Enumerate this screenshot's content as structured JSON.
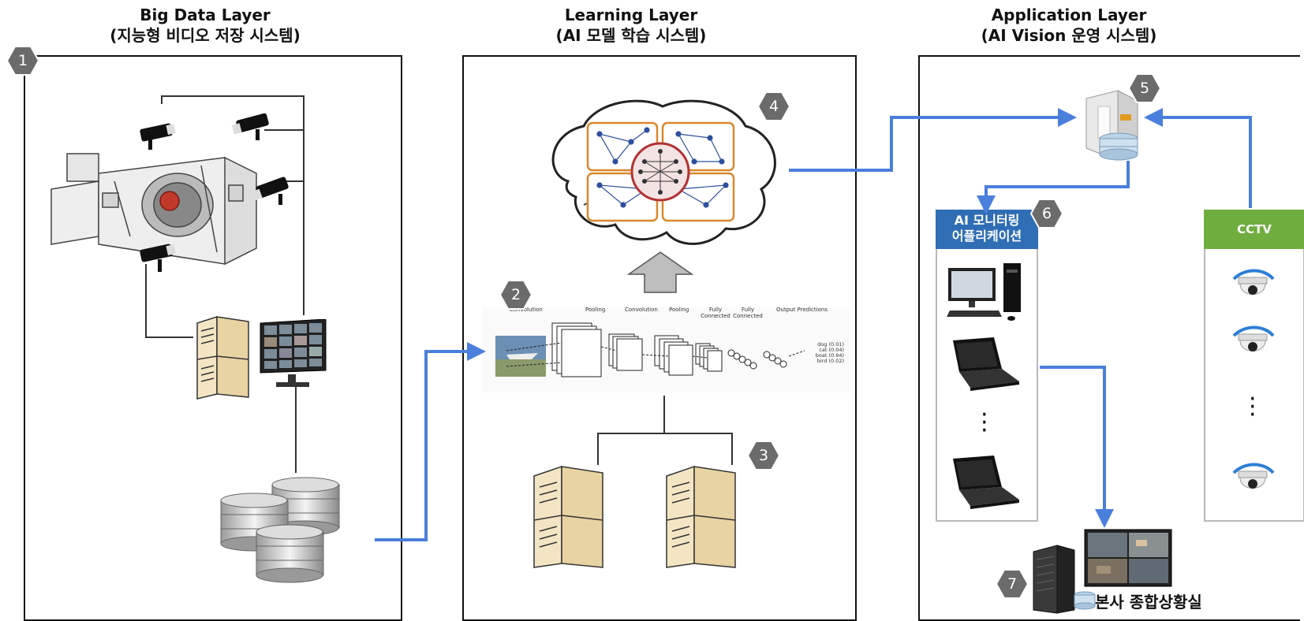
{
  "layers": [
    {
      "title": "Big Data Layer",
      "subtitle": "(지능형 비디오 저장 시스템)"
    },
    {
      "title": "Learning Layer",
      "subtitle": "(AI 모델 학습 시스템)"
    },
    {
      "title": "Application Layer",
      "subtitle": "(AI Vision 운영 시스템)"
    }
  ],
  "badges": [
    "1",
    "2",
    "3",
    "4",
    "5",
    "6",
    "7"
  ],
  "cnn": {
    "labels": [
      "Convolution",
      "Pooling",
      "Convolution",
      "Pooling",
      "Fully Connected",
      "Fully Connected",
      "Output Predictions"
    ],
    "predictions": [
      "dog (0.01)",
      "cat (0.04)",
      "boat (0.94)",
      "bird (0.02)"
    ]
  },
  "monitoring_app": {
    "line1": "AI 모니터링",
    "line2": "어플리케이션"
  },
  "cctv": {
    "label": "CCTV"
  },
  "hq_room": {
    "label": "본사 종합상황실"
  },
  "colors": {
    "arrow": "#4a7fdc",
    "badge": "#6b6b6b",
    "app_header": "#2f6db5",
    "cctv_header": "#6fad3f"
  }
}
